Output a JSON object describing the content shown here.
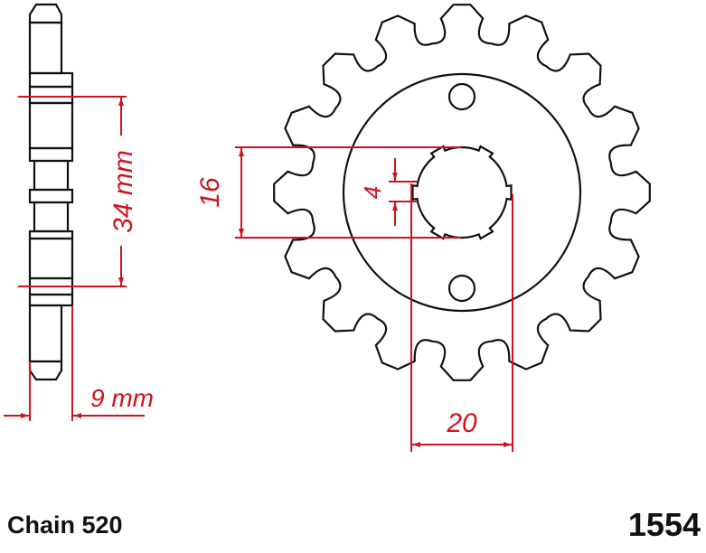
{
  "side_view": {
    "bore_label": "34 mm",
    "width_label": "9 mm"
  },
  "front_view": {
    "teeth": 16,
    "spline_height_label": "16",
    "spline_width_label": "4",
    "bore_width_label": "20"
  },
  "footer": {
    "chain": "Chain 520",
    "part_number": "1554"
  },
  "colors": {
    "outline": "#111111",
    "dimension": "#d0131d"
  }
}
